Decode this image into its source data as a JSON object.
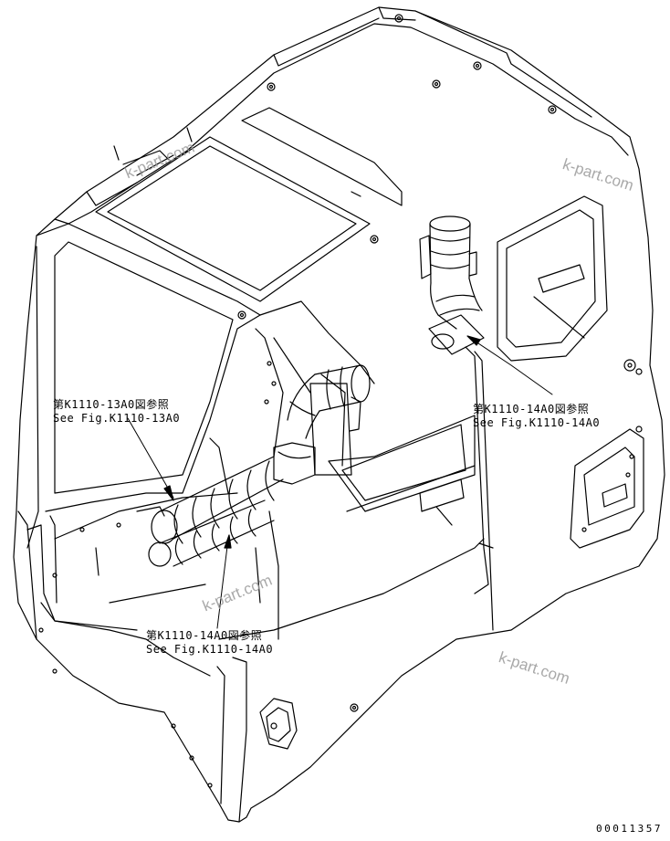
{
  "callouts": [
    {
      "jp": "第K1110-13A0図参照",
      "en": "See Fig.K1110-13A0"
    },
    {
      "jp": "第K1110-14A0図参照",
      "en": "See Fig.K1110-14A0"
    },
    {
      "jp": "第K1110-14A0図参照",
      "en": "See Fig.K1110-14A0"
    }
  ],
  "watermarks": [
    "k-part.com",
    "k-part.com",
    "k-part.com",
    "k-part.com"
  ],
  "reference_number": "00011357",
  "colors": {
    "line": "#000000",
    "watermark": "#9a9a9a",
    "background": "#ffffff"
  }
}
